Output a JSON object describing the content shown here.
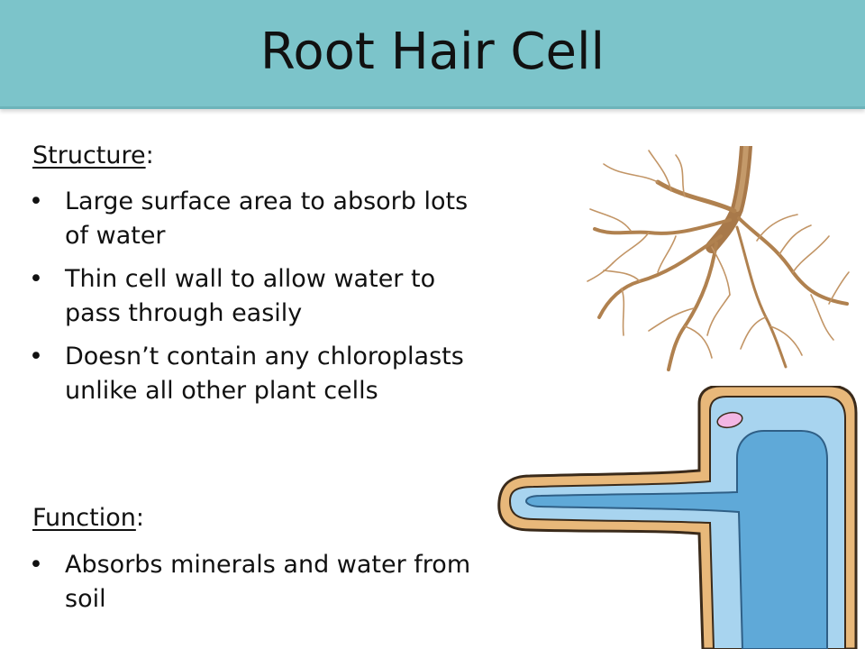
{
  "slide": {
    "title": "Root Hair Cell"
  },
  "structure": {
    "heading": "Structure",
    "colon": ":",
    "bullets": [
      {
        "line1": "Large surface area to absorb lots",
        "line2": "of water"
      },
      {
        "line1": "Thin cell wall to allow water to",
        "line2": "pass through easily"
      },
      {
        "line1": "Doesn’t contain any chloroplasts",
        "line2": "unlike all other plant cells"
      }
    ]
  },
  "function": {
    "heading": "Function",
    "colon": ":",
    "bullets": [
      {
        "line1": "Absorbs minerals and water from",
        "line2": "soil"
      }
    ]
  },
  "icons": {
    "bullet": "•",
    "root_image": "plant-root-photo",
    "cell_image": "root-hair-cell-diagram"
  },
  "colors": {
    "title_bar": "#7cc4ca",
    "cell_wall": "#e8b87a",
    "cytoplasm": "#a8d4ef",
    "vacuole": "#5fa9d8",
    "nucleus": "#f3b6e4",
    "root": "#b88a5a"
  }
}
